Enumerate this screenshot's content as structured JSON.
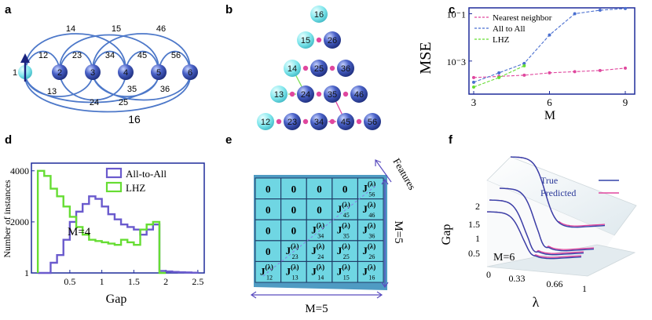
{
  "panels": {
    "a": {
      "label": "a",
      "nodes": [
        {
          "id": "1",
          "x": 32
        },
        {
          "id": "2",
          "x": 76
        },
        {
          "id": "3",
          "x": 118
        },
        {
          "id": "4",
          "x": 160
        },
        {
          "id": "5",
          "x": 202
        },
        {
          "id": "6",
          "x": 242
        }
      ],
      "edge_labels": {
        "top": [
          "14",
          "15",
          "46"
        ],
        "mid": [
          "12",
          "23",
          "34",
          "45",
          "56"
        ],
        "low": [
          "13",
          "35",
          "36",
          "24",
          "25"
        ],
        "bottom": "16"
      }
    },
    "b": {
      "label": "b",
      "rows": [
        [
          "16"
        ],
        [
          "15",
          "26"
        ],
        [
          "14",
          "25",
          "36"
        ],
        [
          "13",
          "24",
          "35",
          "46"
        ],
        [
          "12",
          "23",
          "34",
          "45",
          "56"
        ]
      ]
    },
    "c": {
      "label": "c",
      "ylabel": "MSE",
      "xlabel": "M",
      "legend": [
        "Nearest neighbor",
        "All to All",
        "LHZ"
      ]
    },
    "d": {
      "label": "d",
      "ylabel": "Number of instances",
      "xlabel": "Gap",
      "legend": [
        "All-to-All",
        "LHZ"
      ],
      "annotation": "M=4"
    },
    "e": {
      "label": "e",
      "features_label": "Features",
      "m_right": "M=5",
      "m_bottom": "M=5",
      "matrix": [
        [
          "0",
          "0",
          "0",
          "0",
          "56"
        ],
        [
          "0",
          "0",
          "0",
          "45",
          "46"
        ],
        [
          "0",
          "0",
          "34",
          "35",
          "36"
        ],
        [
          "0",
          "23",
          "24",
          "25",
          "26"
        ],
        [
          "12",
          "13",
          "14",
          "15",
          "16"
        ]
      ]
    },
    "f": {
      "label": "f",
      "ylabel": "Gap",
      "xlabel": "λ",
      "legend": [
        "True",
        "Predicted"
      ],
      "annotation": "M=6"
    }
  },
  "chart_data": [
    {
      "type": "line",
      "panel": "c",
      "xlabel": "M",
      "ylabel": "MSE",
      "x_ticks": [
        "3",
        "6",
        "9"
      ],
      "y_ticks": [
        "10^-3",
        "10^-1"
      ],
      "xlim": [
        3,
        9
      ],
      "ylim_log10": [
        -4.4,
        -0.75
      ],
      "y_scale": "log",
      "series": [
        {
          "name": "Nearest neighbor",
          "color": "#e0479e",
          "x": [
            3,
            4,
            5,
            6,
            7,
            8,
            9
          ],
          "log10_y": [
            -3.7,
            -3.65,
            -3.6,
            -3.5,
            -3.45,
            -3.4,
            -3.3
          ]
        },
        {
          "name": "All to All",
          "color": "#4a6fd0",
          "x": [
            3,
            4,
            5,
            6,
            7,
            8,
            9
          ],
          "log10_y": [
            -3.9,
            -3.5,
            -3.1,
            -1.9,
            -1.0,
            -0.85,
            -0.78
          ]
        },
        {
          "name": "LHZ",
          "color": "#66dd33",
          "x": [
            3,
            4,
            5
          ],
          "log10_y": [
            -4.1,
            -3.7,
            -3.2
          ]
        }
      ]
    },
    {
      "type": "bar",
      "panel": "d",
      "xlabel": "Gap",
      "ylabel": "Number of instances",
      "x_ticks": [
        "0.5",
        "1",
        "1.5",
        "2",
        "2.5"
      ],
      "y_ticks": [
        "1",
        "2000",
        "4000"
      ],
      "xlim": [
        -0.1,
        2.6
      ],
      "ylim": [
        1,
        4300
      ],
      "bin_width": 0.1,
      "series": [
        {
          "name": "All-to-All",
          "color": "#6a5acd",
          "x": [
            0.0,
            0.1,
            0.2,
            0.3,
            0.4,
            0.5,
            0.6,
            0.7,
            0.8,
            0.9,
            1.0,
            1.1,
            1.2,
            1.3,
            1.4,
            1.5,
            1.6,
            1.7,
            1.8,
            1.9,
            2.0,
            2.1,
            2.2,
            2.3,
            2.4
          ],
          "values": [
            1,
            1,
            400,
            700,
            1300,
            2000,
            2400,
            2700,
            3000,
            2900,
            2600,
            2300,
            2100,
            1900,
            1800,
            1700,
            1500,
            1700,
            1900,
            80,
            60,
            40,
            30,
            20,
            10
          ]
        },
        {
          "name": "LHZ",
          "color": "#66dd33",
          "x": [
            0.0,
            0.1,
            0.2,
            0.3,
            0.4,
            0.5,
            0.6,
            0.7,
            0.8,
            0.9,
            1.0,
            1.1,
            1.2,
            1.3,
            1.4,
            1.5,
            1.6,
            1.7,
            1.8,
            1.9
          ],
          "values": [
            4000,
            3800,
            3300,
            3000,
            2600,
            2200,
            1800,
            1500,
            1300,
            1250,
            1200,
            1150,
            1100,
            1300,
            1200,
            1100,
            1700,
            1900,
            2000,
            1
          ]
        }
      ]
    },
    {
      "type": "line",
      "panel": "f",
      "xlabel": "λ",
      "ylabel": "Gap",
      "x_ticks": [
        "0",
        "0.33",
        "0.66",
        "1"
      ],
      "y_ticks": [
        "0.5",
        "1",
        "1.5",
        "2"
      ],
      "series": [
        {
          "name": "True",
          "color": "#3344aa"
        },
        {
          "name": "Predicted",
          "color": "#e0479e"
        }
      ]
    }
  ]
}
